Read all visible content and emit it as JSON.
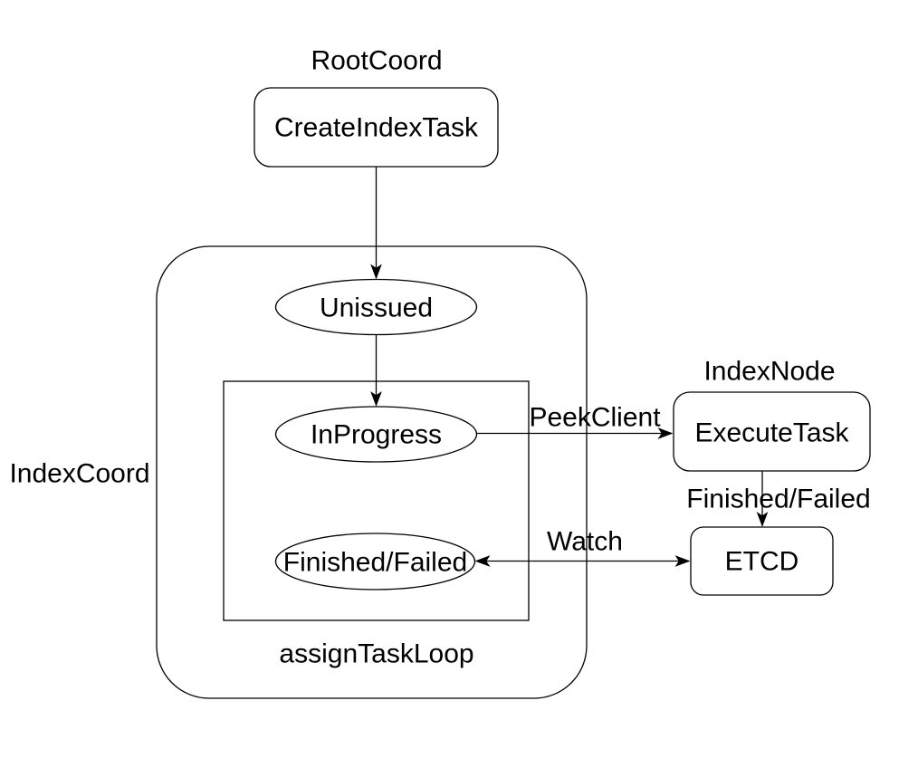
{
  "diagram": {
    "background_color": "#ffffff",
    "stroke_color": "#000000",
    "text_color": "#000000",
    "group_labels": {
      "root_coord": "RootCoord",
      "index_coord": "IndexCoord",
      "index_node": "IndexNode",
      "assign_task_loop": "assignTaskLoop"
    },
    "nodes": {
      "create_index_task": "CreateIndexTask",
      "unissued": "Unissued",
      "in_progress": "InProgress",
      "finished_failed": "Finished/Failed",
      "execute_task": "ExecuteTask",
      "etcd": "ETCD"
    },
    "edge_labels": {
      "peek_client": "PeekClient",
      "finished_failed": "Finished/Failed",
      "watch": "Watch"
    }
  }
}
